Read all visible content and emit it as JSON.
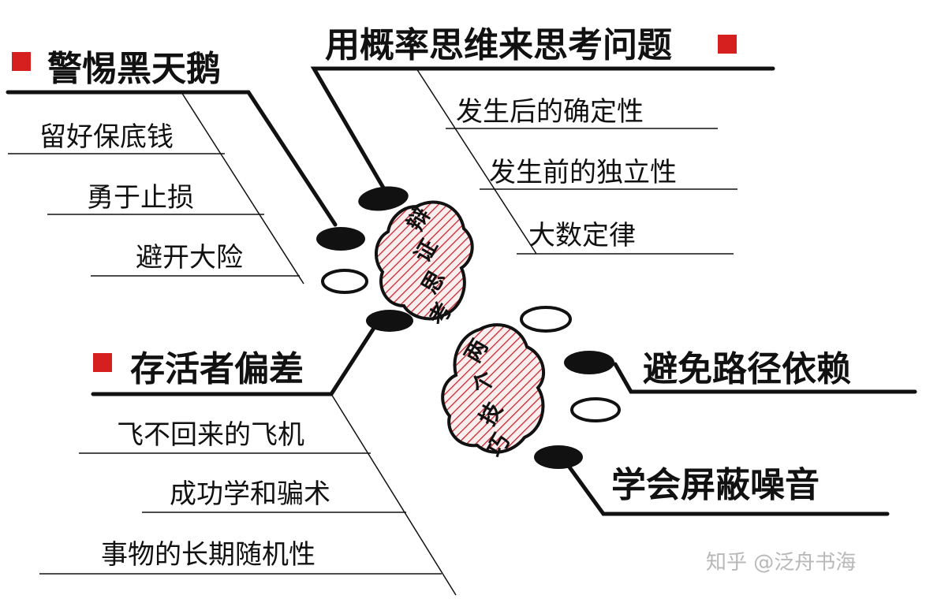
{
  "branches": {
    "black_swan": {
      "title": "警惕黑天鹅",
      "items": [
        "留好保底钱",
        "勇于止损",
        "避开大险"
      ]
    },
    "probability": {
      "title": "用概率思维来思考问题",
      "items": [
        "发生后的确定性",
        "发生前的独立性",
        "大数定律"
      ]
    },
    "survivor": {
      "title": "存活者偏差",
      "items": [
        "飞不回来的飞机",
        "成功学和骗术",
        "事物的长期随机性"
      ]
    },
    "path": {
      "title": "避免路径依赖"
    },
    "noise": {
      "title": "学会屏蔽噪音"
    }
  },
  "centers": {
    "dialectic": [
      "辩",
      "证",
      "思",
      "考"
    ],
    "tips": [
      "两",
      "个",
      "技",
      "巧"
    ]
  },
  "watermark": "知乎 @泛舟书海",
  "colors": {
    "ink": "#111111",
    "accent": "#d62020",
    "hatch": "#c8202a",
    "pad_fill": "#fbeeee"
  }
}
